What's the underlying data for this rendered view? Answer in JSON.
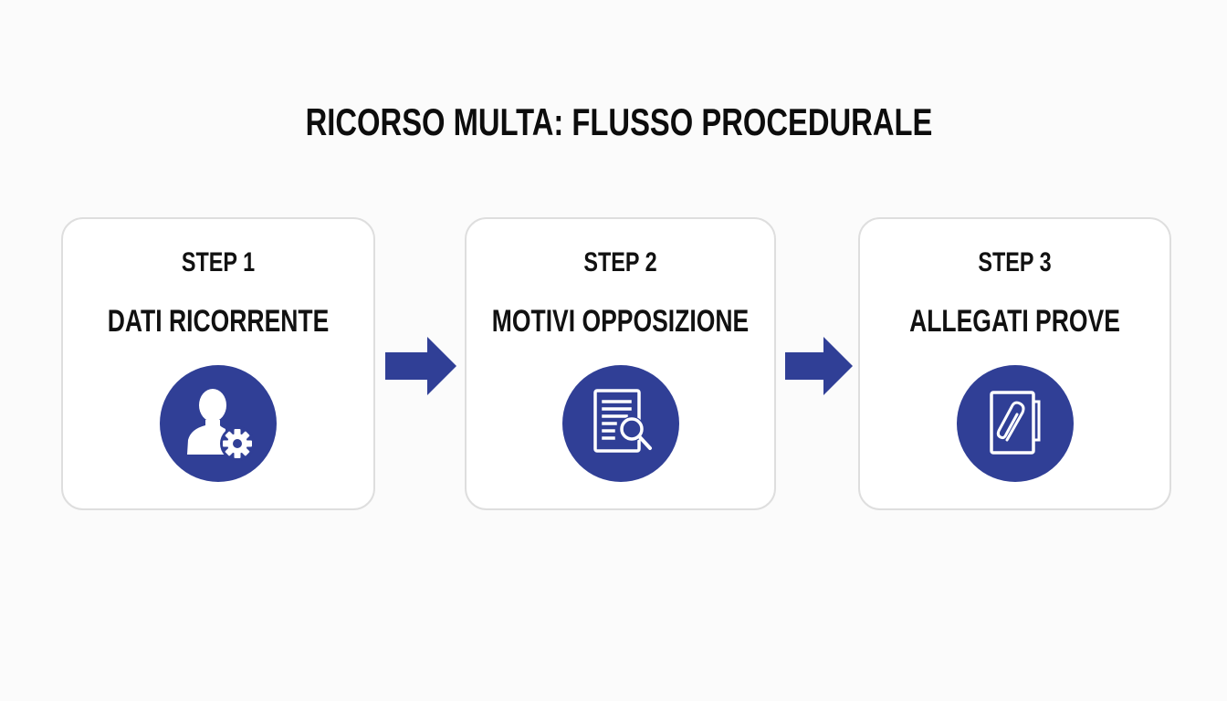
{
  "title": "RICORSO MULTA: FLUSSO PROCEDURALE",
  "colors": {
    "accent": "#303f96",
    "box_border": "#dedede",
    "background": "#fbfbfb",
    "text": "#111111"
  },
  "steps": [
    {
      "label": "STEP 1",
      "title": "DATI RICORRENTE",
      "icon": "user-gear-icon"
    },
    {
      "label": "STEP 2",
      "title": "MOTIVI OPPOSIZIONE",
      "icon": "document-search-icon"
    },
    {
      "label": "STEP 3",
      "title": "ALLEGATI PROVE",
      "icon": "paperclip-folder-icon"
    }
  ],
  "connectors": [
    {
      "from": "STEP 1",
      "to": "STEP 2",
      "icon": "arrow-right-icon"
    },
    {
      "from": "STEP 2",
      "to": "STEP 3",
      "icon": "arrow-right-icon"
    }
  ]
}
